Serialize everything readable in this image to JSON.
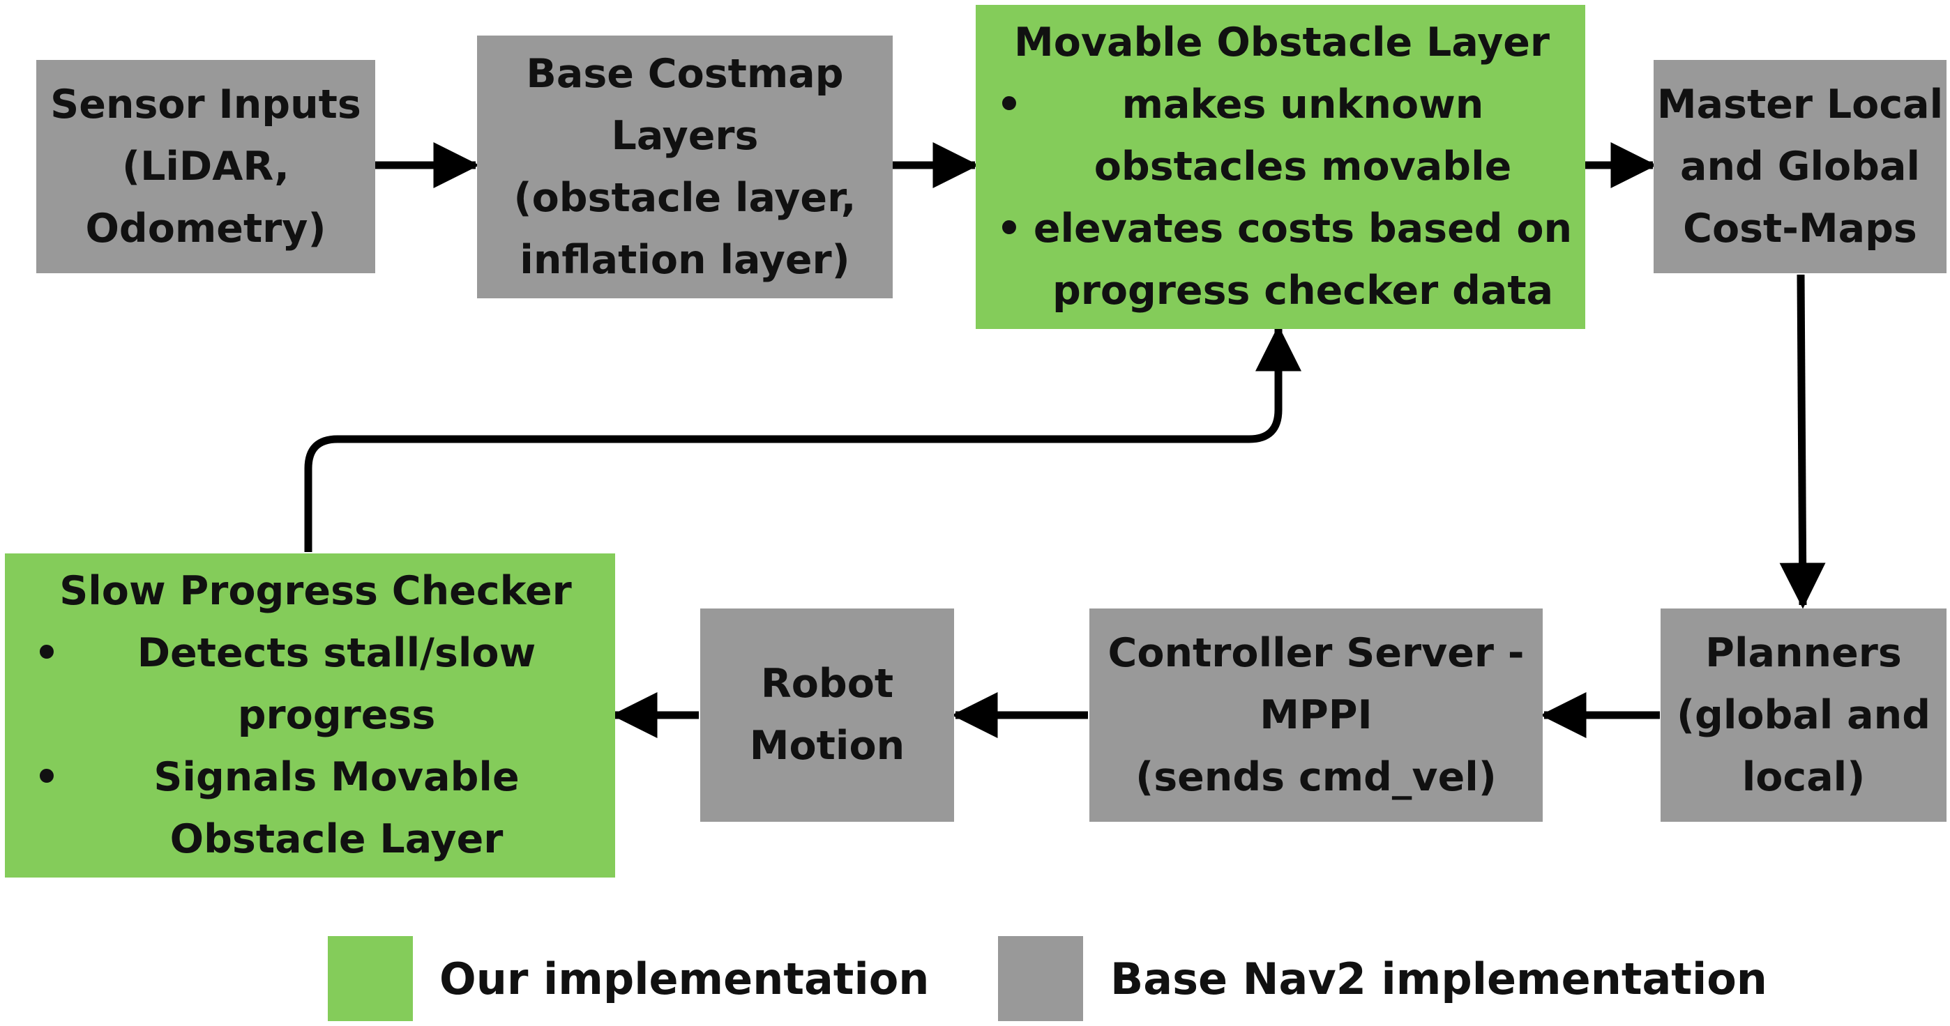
{
  "colors": {
    "ours": "#84cc5a",
    "base": "#999999",
    "arrow": "#000000",
    "text": "#111111"
  },
  "nodes": {
    "sensor_inputs": {
      "lines": [
        "Sensor Inputs",
        "(LiDAR,",
        "Odometry)"
      ]
    },
    "base_costmap_layers": {
      "lines": [
        "Base Costmap",
        "Layers",
        "(obstacle layer,",
        "inflation layer)"
      ]
    },
    "movable_obstacle_layer": {
      "title": "Movable Obstacle Layer",
      "bullets": [
        {
          "lines": [
            "makes unknown",
            "obstacles movable"
          ]
        },
        {
          "lines": [
            "elevates costs based on",
            "progress checker data"
          ]
        }
      ]
    },
    "master_costmaps": {
      "lines": [
        "Master Local",
        "and Global",
        "Cost-Maps"
      ]
    },
    "planners": {
      "lines": [
        "Planners",
        "(global and",
        "local)"
      ]
    },
    "controller_server": {
      "lines": [
        "Controller Server -",
        "MPPI",
        "(sends cmd_vel)"
      ]
    },
    "robot_motion": {
      "lines": [
        "Robot",
        "Motion"
      ]
    },
    "slow_progress_checker": {
      "title": "Slow Progress Checker",
      "bullets": [
        {
          "lines": [
            "Detects stall/slow",
            "progress"
          ]
        },
        {
          "lines": [
            "Signals Movable",
            "Obstacle Layer"
          ]
        }
      ]
    }
  },
  "bullet_glyph": "•",
  "legend": {
    "ours_label": "Our implementation",
    "base_label": "Base Nav2 implementation"
  }
}
